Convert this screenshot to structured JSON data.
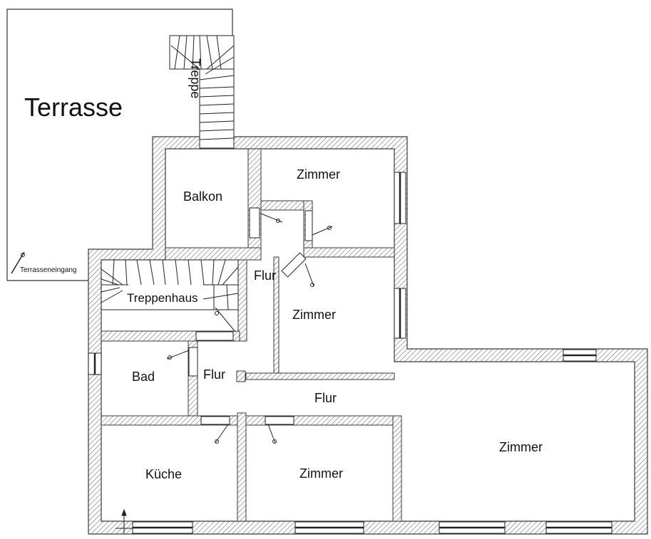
{
  "plan": {
    "rooms": {
      "terrasse": "Terrasse",
      "treppe": "Treppe",
      "balkon": "Balkon",
      "zimmer_top": "Zimmer",
      "flur_upper": "Flur",
      "zimmer_mid": "Zimmer",
      "treppenhaus": "Treppenhaus",
      "bad": "Bad",
      "flur_left": "Flur",
      "flur_center": "Flur",
      "kueche": "Küche",
      "zimmer_bottom": "Zimmer",
      "zimmer_right": "Zimmer"
    },
    "terrace_entrance": "Terrasseneingang",
    "colors": {
      "wall_line": "#3a3a3a",
      "hatch": "#7a7a7a",
      "window": "#222222",
      "text": "#111111"
    }
  }
}
